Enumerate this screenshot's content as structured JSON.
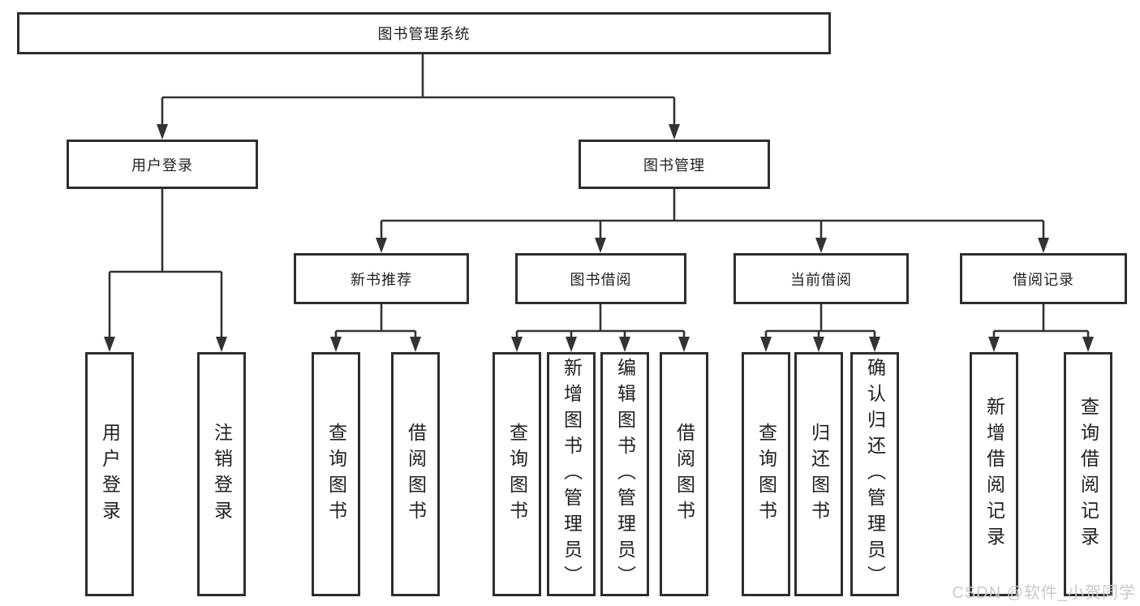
{
  "diagram": {
    "tree": {
      "label": "图书管理系统",
      "children": [
        {
          "label": "用户登录",
          "children": [
            {
              "label": "用户登录"
            },
            {
              "label": "注销登录"
            }
          ]
        },
        {
          "label": "图书管理",
          "children": [
            {
              "label": "新书推荐",
              "children": [
                {
                  "label": "查询图书"
                },
                {
                  "label": "借阅图书"
                }
              ]
            },
            {
              "label": "图书借阅",
              "children": [
                {
                  "label": "查询图书"
                },
                {
                  "label": "新增图书（管理员）"
                },
                {
                  "label": "编辑图书（管理员）"
                },
                {
                  "label": "借阅图书"
                }
              ]
            },
            {
              "label": "当前借阅",
              "children": [
                {
                  "label": "查询图书"
                },
                {
                  "label": "归还图书"
                },
                {
                  "label": "确认归还（管理员）"
                }
              ]
            },
            {
              "label": "借阅记录",
              "children": [
                {
                  "label": "新增借阅记录"
                },
                {
                  "label": "查询借阅记录"
                }
              ]
            }
          ]
        }
      ]
    },
    "colors": {
      "line": "#333333",
      "box_border": "#2e2e2e",
      "text": "#1f1f1f",
      "background": "#ffffff",
      "watermark": "#c9c9c9"
    },
    "watermark": "CSDN @软件_小贺同学"
  }
}
